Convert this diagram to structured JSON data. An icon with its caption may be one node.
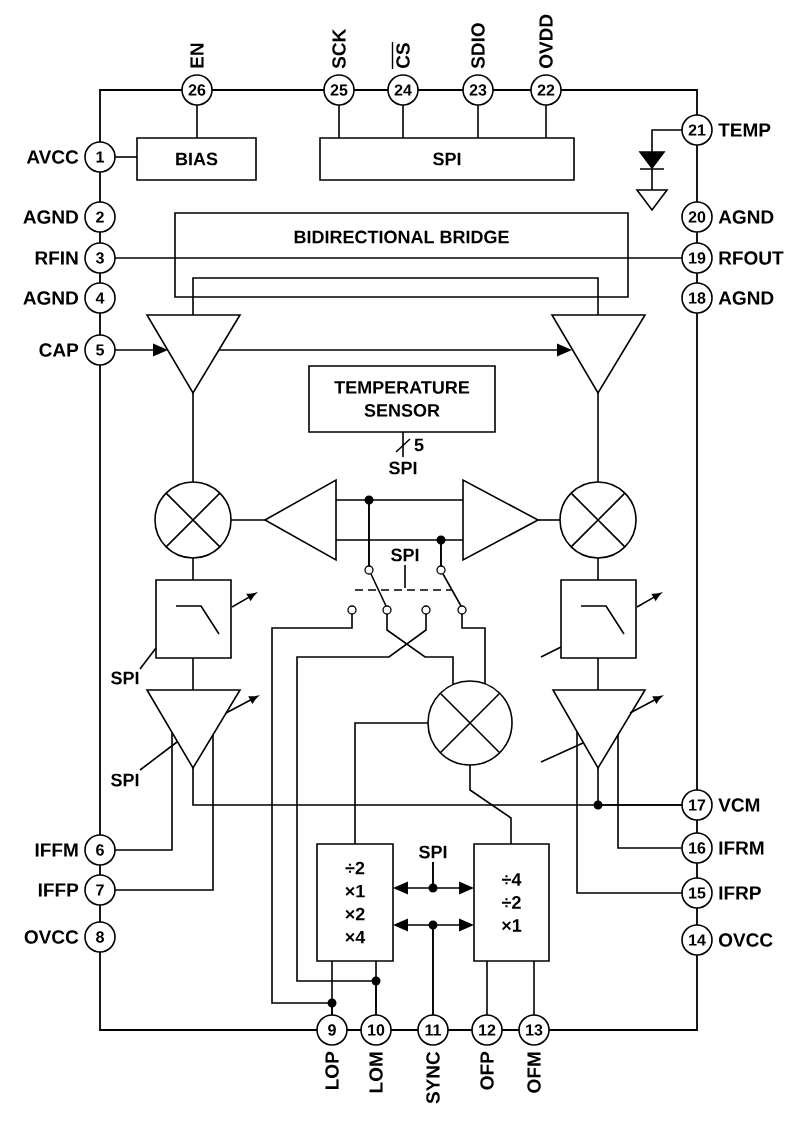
{
  "diagram": {
    "nodes": [
      {
        "text": [
          "26"
        ],
        "beside": [
          "EN"
        ]
      },
      {
        "text": [
          "25"
        ],
        "beside": [
          "SCK"
        ]
      },
      {
        "text": [
          "24"
        ],
        "beside": [
          "CS"
        ]
      },
      {
        "text": [
          "23"
        ],
        "beside": [
          "SDIO"
        ]
      },
      {
        "text": [
          "22"
        ],
        "beside": [
          "OVDD"
        ]
      },
      {
        "text": [
          "1"
        ],
        "beside": [
          "AVCC"
        ]
      },
      {
        "text": [
          "BIAS"
        ]
      },
      {
        "text": [
          "SPI"
        ]
      },
      {
        "text": [
          "21"
        ],
        "beside": [
          "TEMP"
        ]
      },
      {
        "text": [],
        "shape": "diode"
      },
      {
        "text": [
          "2"
        ],
        "beside": [
          "AGND"
        ]
      },
      {
        "text": [
          "20"
        ],
        "beside": [
          "AGND"
        ]
      },
      {
        "text": [
          "BIDIRECTIONAL BRIDGE"
        ]
      },
      {
        "text": [
          "3"
        ],
        "beside": [
          "RFIN"
        ]
      },
      {
        "text": [
          "19"
        ],
        "beside": [
          "RFOUT"
        ]
      },
      {
        "text": [
          "4"
        ],
        "beside": [
          "AGND"
        ]
      },
      {
        "text": [
          "18"
        ],
        "beside": [
          "AGND"
        ]
      },
      {
        "text": [
          "5"
        ],
        "beside": [
          "CAP"
        ]
      },
      {
        "text": [],
        "shape": "triangle"
      },
      {
        "text": [],
        "shape": "triangle"
      },
      {
        "text": [
          "TEMPERATURE SENSOR"
        ]
      },
      {
        "text": [
          "SPI"
        ]
      },
      {
        "text": [],
        "shape": "circle"
      },
      {
        "text": [],
        "shape": "triangle"
      },
      {
        "text": [],
        "shape": "triangle"
      },
      {
        "text": [],
        "shape": "circle"
      },
      {
        "text": [
          "SPI"
        ]
      },
      {
        "text": [],
        "shape": "switch"
      },
      {
        "text": [],
        "shape": "box"
      },
      {
        "text": [],
        "shape": "box"
      },
      {
        "text": [
          "SPI"
        ]
      },
      {
        "text": [],
        "shape": "circle"
      },
      {
        "text": [],
        "shape": "triangle"
      },
      {
        "text": [],
        "shape": "triangle"
      },
      {
        "text": [
          "SPI"
        ]
      },
      {
        "text": [
          "17"
        ],
        "beside": [
          "VCM"
        ]
      },
      {
        "text": [
          "6"
        ],
        "beside": [
          "IFFM"
        ]
      },
      {
        "text": [
          "16"
        ],
        "beside": [
          "IFRM"
        ]
      },
      {
        "text": [
          "÷2 ×1 ×2 ×4"
        ]
      },
      {
        "text": [
          "SPI"
        ]
      },
      {
        "text": [
          "÷4 ÷2 ×1"
        ]
      },
      {
        "text": [
          "7"
        ],
        "beside": [
          "IFFP"
        ]
      },
      {
        "text": [
          "15"
        ],
        "beside": [
          "IFRP"
        ]
      },
      {
        "text": [
          "8"
        ],
        "beside": [
          "OVCC"
        ]
      },
      {
        "text": [
          "14"
        ],
        "beside": [
          "OVCC"
        ]
      },
      {
        "text": [
          "9"
        ],
        "beside": [
          "LOP"
        ]
      },
      {
        "text": [
          "10"
        ],
        "beside": [
          "LOM"
        ]
      },
      {
        "text": [
          "11"
        ],
        "beside": [
          "SYNC"
        ]
      },
      {
        "text": [
          "12"
        ],
        "beside": [
          "OFP"
        ]
      },
      {
        "text": [
          "13"
        ],
        "beside": [
          "OFM"
        ]
      }
    ],
    "edges": [
      {
        "from": 0,
        "to": 6,
        "arrow": "none"
      },
      {
        "from": 1,
        "to": 7,
        "arrow": "none"
      },
      {
        "from": 2,
        "to": 7,
        "arrow": "none"
      },
      {
        "from": 3,
        "to": 7,
        "arrow": "none"
      },
      {
        "from": 4,
        "to": 7,
        "arrow": "none"
      },
      {
        "from": 5,
        "to": 6,
        "arrow": "none"
      },
      {
        "from": 8,
        "to": 9,
        "arrow": "none"
      },
      {
        "from": 13,
        "to": 12,
        "arrow": "none"
      },
      {
        "from": 12,
        "to": 18,
        "arrow": "none"
      },
      {
        "from": 12,
        "to": 19,
        "arrow": "none"
      },
      {
        "from": 17,
        "to": 18,
        "arrow": "to"
      },
      {
        "from": 18,
        "to": 19,
        "arrow": "to"
      },
      {
        "from": 18,
        "to": 22,
        "arrow": "none"
      },
      {
        "from": 19,
        "to": 25,
        "arrow": "none"
      },
      {
        "from": 20,
        "to": 21,
        "arrow": "none"
      },
      {
        "from": 23,
        "to": 22,
        "arrow": "none"
      },
      {
        "from": 24,
        "to": 25,
        "arrow": "none"
      },
      {
        "from": 27,
        "to": 23,
        "arrow": "none"
      },
      {
        "from": 27,
        "to": 24,
        "arrow": "none"
      },
      {
        "from": 27,
        "to": 23,
        "arrow": "none"
      },
      {
        "from": 27,
        "to": 24,
        "arrow": "none"
      },
      {
        "from": 26,
        "to": 27,
        "arrow": "none"
      },
      {
        "from": 27,
        "to": 45,
        "arrow": "none"
      },
      {
        "from": 27,
        "to": 46,
        "arrow": "none"
      },
      {
        "from": 27,
        "to": 31,
        "arrow": "none"
      },
      {
        "from": 27,
        "to": 31,
        "arrow": "none"
      },
      {
        "from": 22,
        "to": 28,
        "arrow": "none"
      },
      {
        "from": 25,
        "to": 29,
        "arrow": "none"
      },
      {
        "from": 30,
        "to": 28,
        "arrow": "none"
      },
      {
        "from": null,
        "to": 29,
        "arrow": "none"
      },
      {
        "from": 28,
        "to": 32,
        "arrow": "none"
      },
      {
        "from": 29,
        "to": 33,
        "arrow": "none"
      },
      {
        "from": 34,
        "to": 32,
        "arrow": "none"
      },
      {
        "from": null,
        "to": 33,
        "arrow": "none"
      },
      {
        "from": 32,
        "to": 35,
        "arrow": "none"
      },
      {
        "from": 33,
        "to": 35,
        "arrow": "none"
      },
      {
        "from": 32,
        "to": 36,
        "arrow": "none"
      },
      {
        "from": 32,
        "to": 41,
        "arrow": "none"
      },
      {
        "from": 33,
        "to": 37,
        "arrow": "none"
      },
      {
        "from": 33,
        "to": 42,
        "arrow": "none"
      },
      {
        "from": 38,
        "to": 31,
        "arrow": "none"
      },
      {
        "from": 31,
        "to": 40,
        "arrow": "none"
      },
      {
        "from": 38,
        "to": 45,
        "arrow": "none"
      },
      {
        "from": 38,
        "to": 46,
        "arrow": "none"
      },
      {
        "from": 39,
        "to": 38,
        "arrow": "to"
      },
      {
        "from": 39,
        "to": 40,
        "arrow": "to"
      },
      {
        "from": 47,
        "to": 38,
        "arrow": "to"
      },
      {
        "from": 47,
        "to": 40,
        "arrow": "to"
      },
      {
        "from": 40,
        "to": 48,
        "arrow": "none"
      },
      {
        "from": 40,
        "to": 49,
        "arrow": "none"
      },
      {
        "from": 12,
        "to": 14,
        "arrow": "none"
      }
    ],
    "labels": [
      "5"
    ]
  }
}
